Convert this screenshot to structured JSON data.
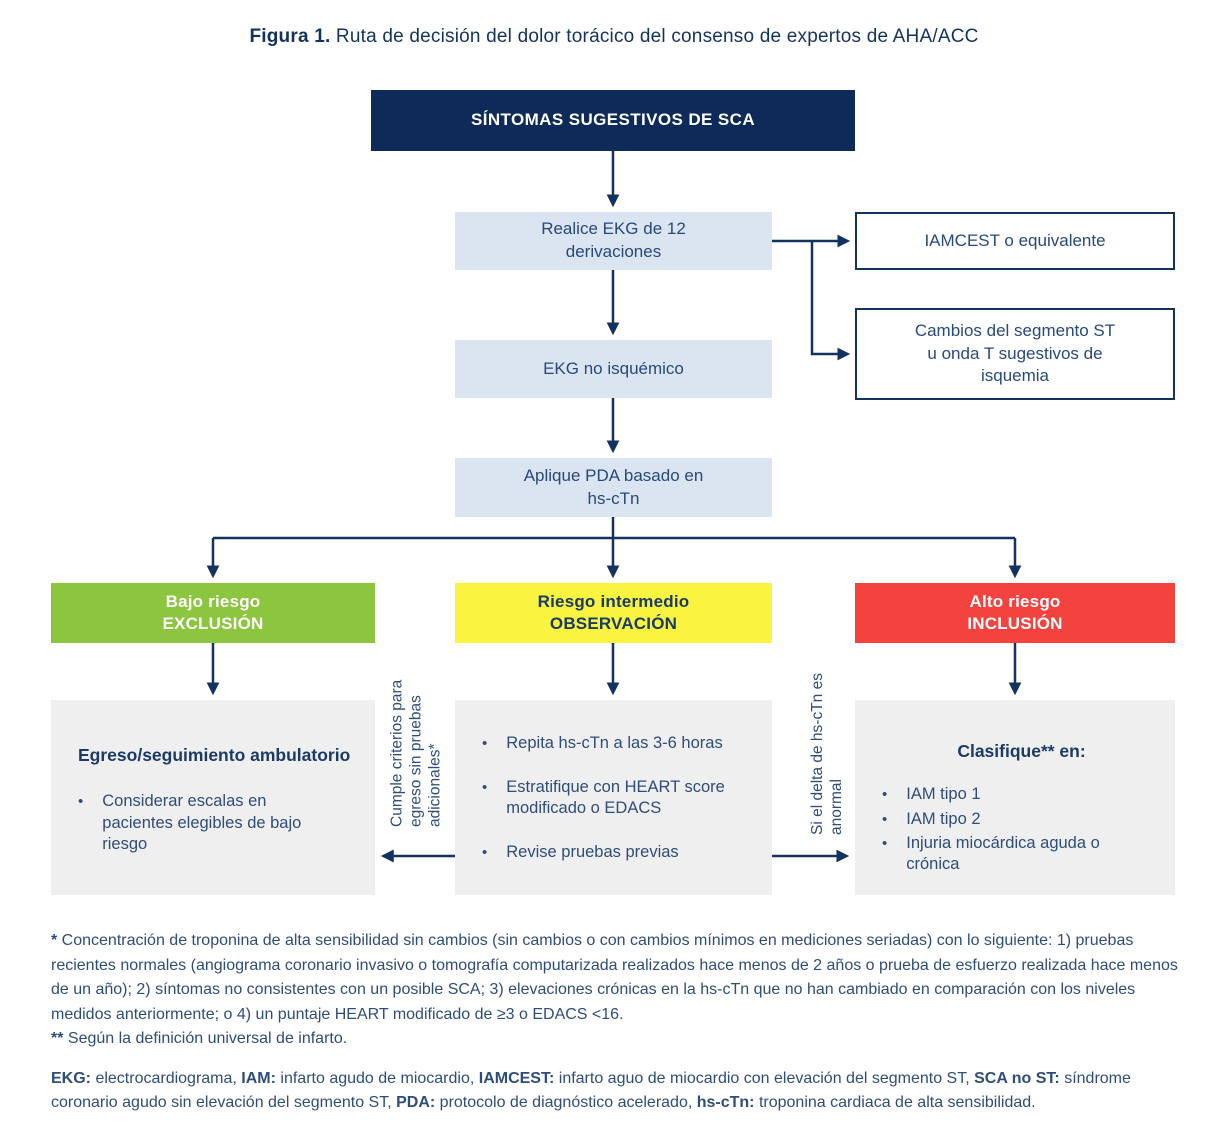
{
  "title": {
    "segments": [
      {
        "t": "Figura 1.",
        "b": true
      },
      {
        "t": " Ruta de decisión del dolor torácico del consenso de expertos de AHA/ACC",
        "b": false
      }
    ]
  },
  "flow": {
    "start": "SÍNTOMAS SUGESTIVOS DE SCA",
    "ekg12": "Realice EKG de 12 derivaciones",
    "iamcest": "IAMCEST o equivalente",
    "st_changes": "Cambios del segmento ST u onda T sugestivos de isquemia",
    "ekg_no_ischemic": "EKG no isquémico",
    "pda": "Aplique PDA basado en hs-cTn",
    "low_risk": {
      "line1": "Bajo riesgo",
      "line2": "EXCLUSIÓN"
    },
    "intermediate_risk": {
      "line1": "Riesgo intermedio",
      "line2": "OBSERVACIÓN"
    },
    "high_risk": {
      "line1": "Alto riesgo",
      "line2": "INCLUSIÓN"
    },
    "low_outcome": {
      "heading": "Egreso/seguimiento ambulatorio",
      "bullets": [
        "Considerar escalas en pacientes elegibles de bajo riesgo"
      ]
    },
    "intermediate_outcome": {
      "bullets": [
        "Repita hs-cTn a las 3-6 horas",
        "Estratifique con HEART score modificado o EDACS",
        "Revise pruebas previas"
      ]
    },
    "high_outcome": {
      "heading": "Clasifique** en:",
      "bullets": [
        "IAM tipo 1",
        "IAM tipo 2",
        "Injuria miocárdica aguda o crónica"
      ]
    },
    "left_condition": "Cumple criterios para egreso sin pruebas adicionales*",
    "right_condition": "Si el delta de hs-cTn es anormal"
  },
  "footnotes": {
    "note1": {
      "segments": [
        {
          "t": "* ",
          "b": true
        },
        {
          "t": "Concentración de troponina de alta sensibilidad sin cambios (sin cambios o con cambios mínimos en mediciones seriadas) con lo siguiente: 1) pruebas recientes normales (angiograma coronario invasivo o tomografía computarizada realizados hace menos de 2 años o prueba de esfuerzo realizada hace menos de un año); 2) síntomas no consistentes con un posible SCA; 3) elevaciones crónicas en la hs-cTn que no han cambiado en comparación con los niveles medidos anteriormente; o 4) un puntaje HEART modificado de ≥3 o EDACS <16.",
          "b": false
        }
      ]
    },
    "note2": {
      "segments": [
        {
          "t": "** ",
          "b": true
        },
        {
          "t": "Según la definición universal de infarto.",
          "b": false
        }
      ]
    },
    "abbreviations": {
      "segments": [
        {
          "t": "EKG:",
          "b": true
        },
        {
          "t": " electrocardiograma, ",
          "b": false
        },
        {
          "t": "IAM:",
          "b": true
        },
        {
          "t": " infarto agudo de miocardio, ",
          "b": false
        },
        {
          "t": "IAMCEST:",
          "b": true
        },
        {
          "t": " infarto aguo de miocardio con elevación del segmento ST, ",
          "b": false
        },
        {
          "t": "SCA no ST:",
          "b": true
        },
        {
          "t": " síndrome coronario agudo sin elevación del segmento ST, ",
          "b": false
        },
        {
          "t": "PDA:",
          "b": true
        },
        {
          "t": " protocolo de diagnóstico acelerado, ",
          "b": false
        },
        {
          "t": "hs-cTn:",
          "b": true
        },
        {
          "t": " troponina cardiaca de alta sensibilidad.",
          "b": false
        }
      ]
    }
  },
  "colors": {
    "navy": "#0d2a58",
    "line": "#14325f",
    "text": "#2e4d7b",
    "heading": "#1c3a66",
    "light_blue": "#dbe4f1",
    "green": "#8cc63e",
    "yellow": "#f8f43f",
    "red": "#f4433e",
    "gray": "#efeff0",
    "white": "#ffffff"
  }
}
